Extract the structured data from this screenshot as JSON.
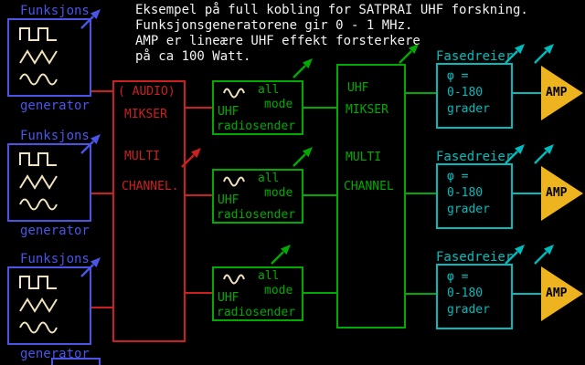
{
  "colors": {
    "background": "#000000",
    "white": "#f2f2f2",
    "blue": "#4a55e8",
    "red": "#cc2020",
    "green": "#00aa00",
    "cyan": "#00bcbc",
    "amber": "#eeb41f",
    "wave": "#f0e3bd",
    "amp_text": "#000000"
  },
  "header": {
    "lines": [
      "Eksempel på full kobling for SATPRAI UHF forskning.",
      "Funksjonsgeneratorene gir 0 - 1 MHz.",
      "AMP er lineære UHF effekt forsterkere",
      "på ca 100 Watt."
    ]
  },
  "generator": {
    "top_label": "Funksjons",
    "bottom_label": "generator",
    "waveforms": [
      "square-wave",
      "triangle-wave",
      "sine-wave"
    ]
  },
  "audio_mixer": {
    "line1": "( AUDIO)",
    "line2": "MIKSER",
    "line3": "MULTI",
    "line4": "CHANNEL."
  },
  "radiosender": {
    "mode1": "all",
    "mode2": "mode",
    "name1": "UHF",
    "name2": "radiosender"
  },
  "uhf_mixer": {
    "line1": "UHF",
    "line2": "MIKSER",
    "line3": "MULTI",
    "line4": "CHANNEL"
  },
  "phase_shifter": {
    "title": "Fasedreier",
    "line1": "φ =",
    "line2": "0-180",
    "line3": "grader"
  },
  "amplifier": {
    "label": "AMP"
  }
}
